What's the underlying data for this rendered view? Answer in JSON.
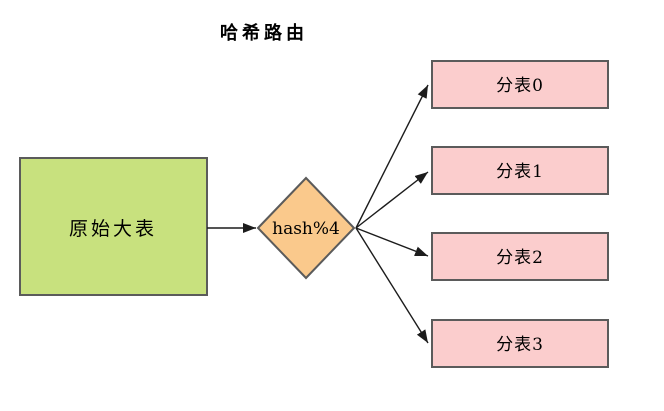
{
  "title": "哈希路由",
  "diagram": {
    "source": {
      "label": "原始大表"
    },
    "router": {
      "label": "hash%4"
    },
    "shards": [
      {
        "label": "分表0"
      },
      {
        "label": "分表1"
      },
      {
        "label": "分表2"
      },
      {
        "label": "分表3"
      }
    ]
  },
  "colors": {
    "background": "#ffffff",
    "source_fill": "#c8e17e",
    "router_fill": "#fac98c",
    "shard_fill": "#fbcdcd",
    "shape_border": "#5b5b5b",
    "arrow": "#1c1c1c",
    "text": "#000000"
  }
}
